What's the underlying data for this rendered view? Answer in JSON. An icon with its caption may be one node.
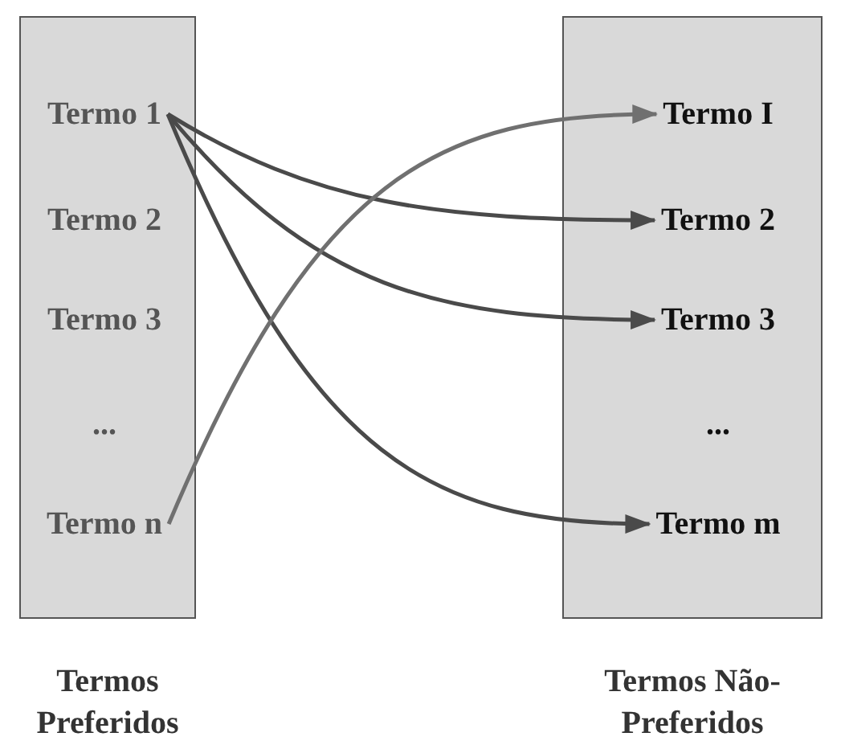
{
  "diagram": {
    "nodes": [
      {
        "text": [
          "Termos Preferidos"
        ]
      },
      {
        "text": [
          "Termo 1"
        ],
        "in": 0
      },
      {
        "text": [
          "Termo 2"
        ],
        "in": 0
      },
      {
        "text": [
          "Termo 3"
        ],
        "in": 0
      },
      {
        "text": [
          "..."
        ],
        "in": 0
      },
      {
        "text": [
          "Termo n"
        ],
        "in": 0
      },
      {
        "text": [
          "Termos Não-Preferidos"
        ]
      },
      {
        "text": [
          "Termo I"
        ],
        "in": 6
      },
      {
        "text": [
          "Termo 2"
        ],
        "in": 6
      },
      {
        "text": [
          "Termo 3"
        ],
        "in": 6
      },
      {
        "text": [
          "..."
        ],
        "in": 6
      },
      {
        "text": [
          "Termo m"
        ],
        "in": 6
      }
    ],
    "edges": [
      {
        "from": 1,
        "to": 8,
        "arrow": "to"
      },
      {
        "from": 1,
        "to": 9,
        "arrow": "to"
      },
      {
        "from": 1,
        "to": 11,
        "arrow": "to"
      },
      {
        "from": 5,
        "to": 7,
        "arrow": "to",
        "color": "#707070"
      }
    ]
  }
}
